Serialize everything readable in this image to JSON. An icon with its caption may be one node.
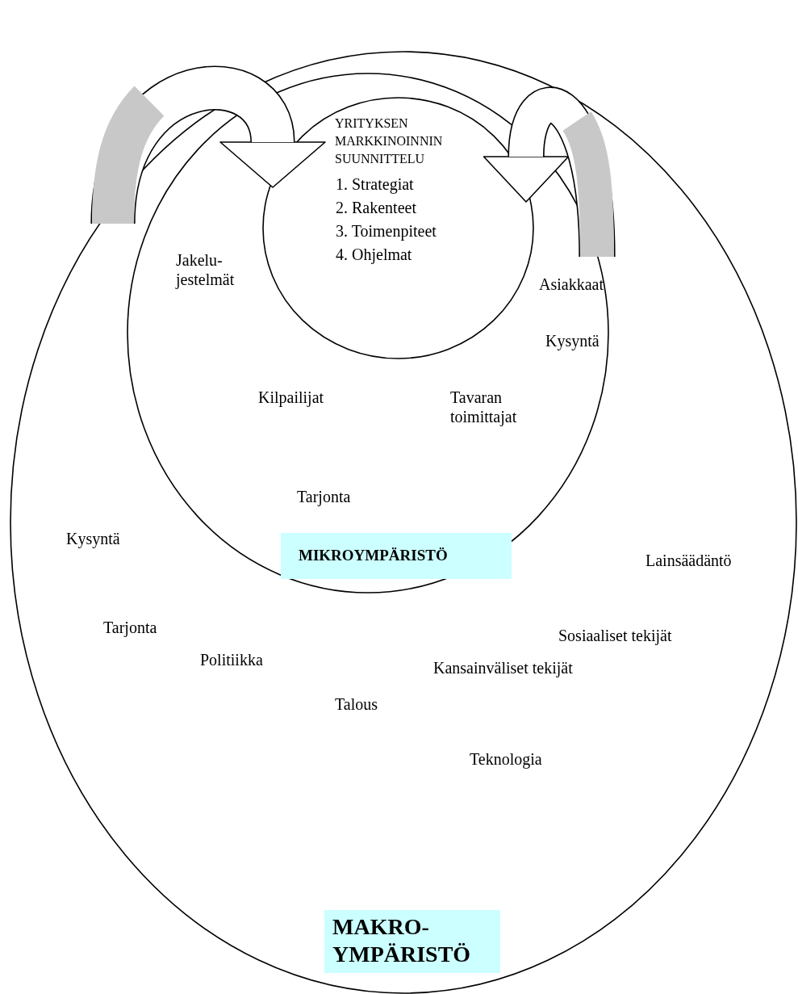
{
  "diagram": {
    "nodes": [
      {
        "text": [],
        "shape": "ellipse"
      },
      {
        "text": [],
        "shape": "ellipse",
        "in": 0
      },
      {
        "text": [
          "YRITYKSEN MARKKINOINNIN SUUNNITTELU",
          "1. Strategiat",
          "2. Rakenteet",
          "3. Toimenpiteet",
          "4. Ohjelmat"
        ],
        "in": 1
      },
      {
        "text": [
          "MIKROYMPÄRISTÖ"
        ],
        "in": 1
      },
      {
        "text": [
          "MAKRO- YMPÄRISTÖ"
        ],
        "in": 0
      }
    ],
    "edges": [
      {
        "from": 0,
        "to": 2,
        "arrow": "to"
      },
      {
        "from": 1,
        "to": 2,
        "arrow": "to"
      }
    ],
    "labels": [
      "Jakelu- jestelmät",
      "Asiakkaat",
      "Kysyntä",
      "Kilpailijat",
      "Tavaran toimittajat",
      "Tarjonta",
      "Kysyntä",
      "Lainsäädäntö",
      "Tarjonta",
      "Sosiaaliset tekijät",
      "Politiikka",
      "Kansainväliset tekijät",
      "Talous",
      "Teknologia"
    ]
  }
}
